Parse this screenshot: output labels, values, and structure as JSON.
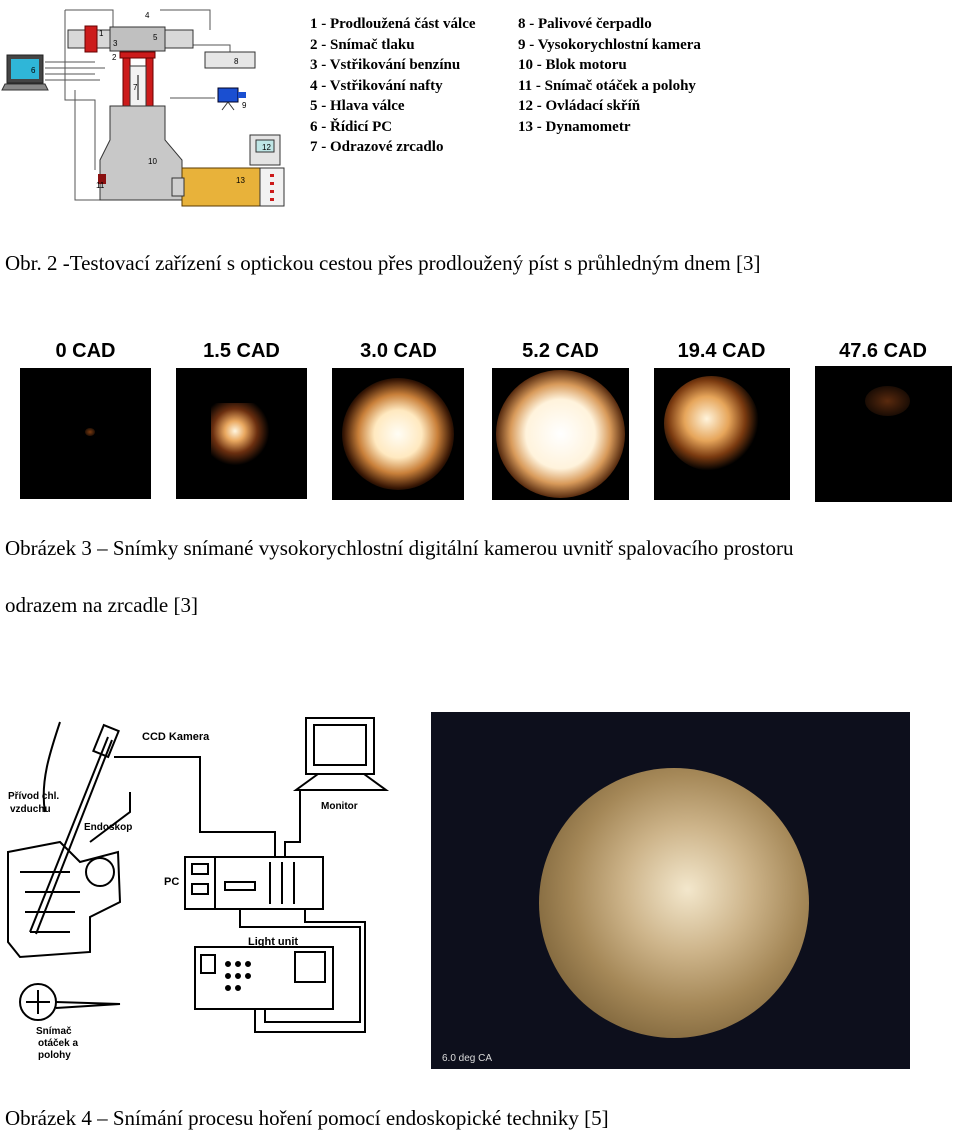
{
  "figure2": {
    "legend": [
      "1 - Prodloužená část válce",
      "2 - Snímač tlaku",
      "3 - Vstřikování benzínu",
      "4 - Vstřikování nafty",
      "5 - Hlava válce",
      "6 - Řídicí PC",
      "7 - Odrazové zrcadlo",
      "8 - Palivové čerpadlo",
      "9 - Vysokorychlostní kamera",
      "10 - Blok motoru",
      "11 - Snímač otáček a polohy",
      "12 - Ovládací skříň",
      "13 - Dynamometr"
    ],
    "diagram_numbers": [
      "1",
      "2",
      "3",
      "4",
      "5",
      "6",
      "7",
      "8",
      "9",
      "10",
      "11",
      "12",
      "13"
    ],
    "caption": "Obr. 2 -Testovací zařízení s optickou cestou přes prodloužený píst s průhledným dnem [3]"
  },
  "figure3": {
    "frames": [
      "0 CAD",
      "1.5 CAD",
      "3.0 CAD",
      "5.2 CAD",
      "19.4 CAD",
      "47.6 CAD"
    ],
    "caption_line1": "Obrázek 3 – Snímky snímané vysokorychlostní digitální kamerou uvnitř spalovacího prostoru",
    "caption_line2": "odrazem na zrcadle [3]"
  },
  "figure4": {
    "labels": {
      "ccd": "CCD Kamera",
      "privod1": "Přívod chl.",
      "privod2": "vzduchu",
      "endoskop": "Endoskop",
      "monitor": "Monitor",
      "pc": "PC",
      "light": "Light unit",
      "snimac1": "Snímač",
      "snimac2": "otáček a",
      "snimac3": "polohy"
    },
    "photo_label": "6.0 deg CA",
    "caption": "Obrázek 4 – Snímání procesu hoření pomocí endoskopické techniky [5]"
  },
  "colors": {
    "red": "#cc1b1b",
    "engine_gray": "#c8c8c8",
    "dyno_yellow": "#e8b23a",
    "screen_cyan": "#2fb6d8"
  }
}
